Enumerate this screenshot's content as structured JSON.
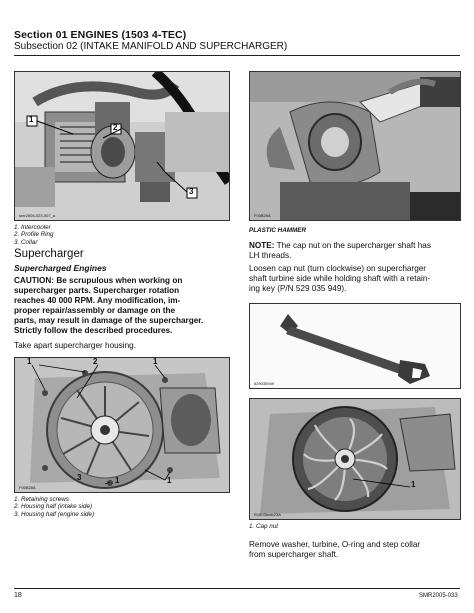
{
  "header": {
    "section_title": "Section 01 ENGINES (1503 4-TEC)",
    "subsection_title": "Subsection 02 (INTAKE MANIFOLD AND SUPERCHARGER)"
  },
  "figures": {
    "fig1": {
      "code": "smr2005-023-007_a",
      "callouts": [
        "1",
        "2",
        "3"
      ],
      "captions": [
        "1.  Intercooler",
        "2.  Profile Ring",
        "3.  Collar"
      ]
    },
    "fig2": {
      "code": "F00B29A",
      "caption": "PLASTIC HAMMER"
    },
    "fig3": {
      "code": "F00B28A",
      "callouts": [
        "1",
        "2",
        "1",
        "3",
        "1",
        "1"
      ],
      "captions": [
        "1.  Retaining screws",
        "2.  Housing half (intake side)",
        "3.  Housing half (engine side)"
      ]
    },
    "fig4": {
      "code": "529035949"
    },
    "fig5": {
      "code": "R1503motr23A",
      "callouts": [
        "1"
      ],
      "captions": [
        "1.  Cap nut"
      ]
    }
  },
  "left_column": {
    "heading": "Supercharger",
    "subheading": "Supercharged Engines",
    "caution_label": "CAUTION:",
    "caution_lines": [
      "Be scrupulous when working on",
      "supercharger parts. Supercharger rotation",
      "reaches 40 000 RPM. Any modification, im-",
      "proper repair/assembly or damage on the",
      "parts, may result in damage of the supercharger.",
      "Strictly follow the described procedures."
    ],
    "instruction": "Take apart supercharger housing."
  },
  "right_column": {
    "note_label": "NOTE:",
    "note_lines": [
      "The cap nut on the supercharger shaft has",
      "LH threads."
    ],
    "loosen_lines": [
      "Loosen cap nut (turn clockwise) on supercharger",
      "shaft turbine side while holding shaft with a retain-",
      "ing key (P/N 529 035 949)."
    ],
    "remove_lines": [
      "Remove washer, turbine, O-ring and step collar",
      "from supercharger shaft."
    ]
  },
  "footer": {
    "page_number": "18",
    "doc_code": "SMR2005-033"
  }
}
